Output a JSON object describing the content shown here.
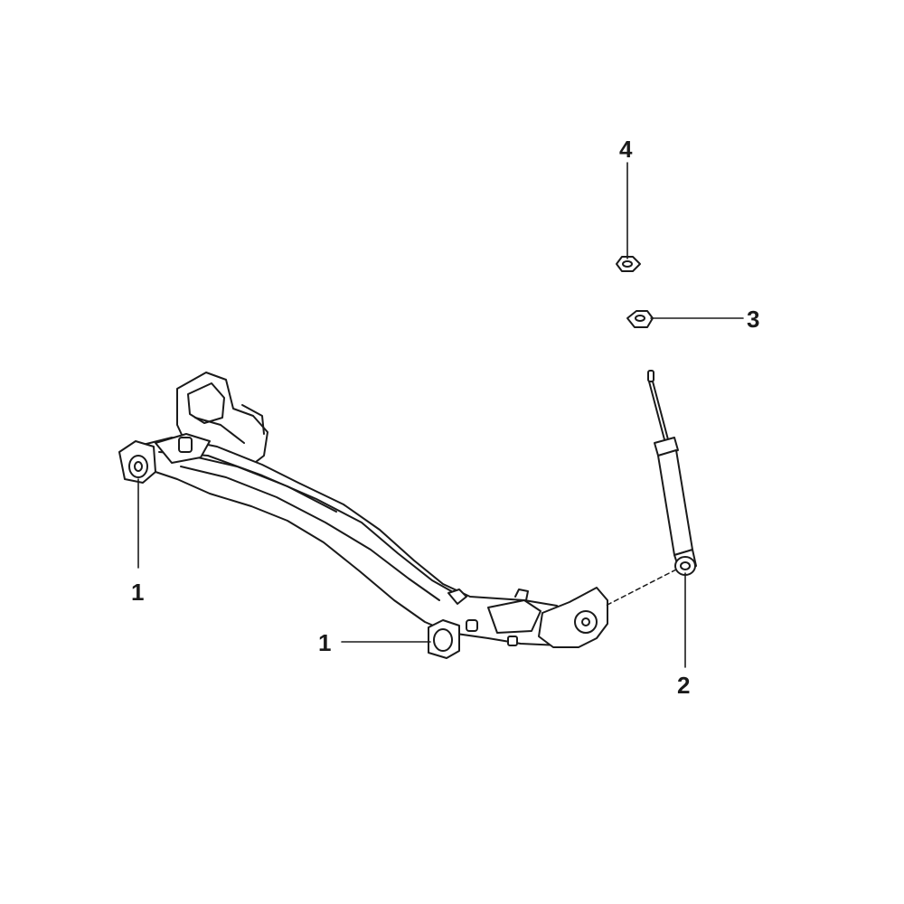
{
  "diagram": {
    "callouts": [
      {
        "id": "bushing-left",
        "label": "1"
      },
      {
        "id": "bushing-right",
        "label": "1"
      },
      {
        "id": "shock-absorber",
        "label": "2"
      },
      {
        "id": "shock-washer",
        "label": "3"
      },
      {
        "id": "shock-nut",
        "label": "4"
      }
    ],
    "colors": {
      "line": "#1a1a1a",
      "fill": "#ffffff"
    }
  }
}
